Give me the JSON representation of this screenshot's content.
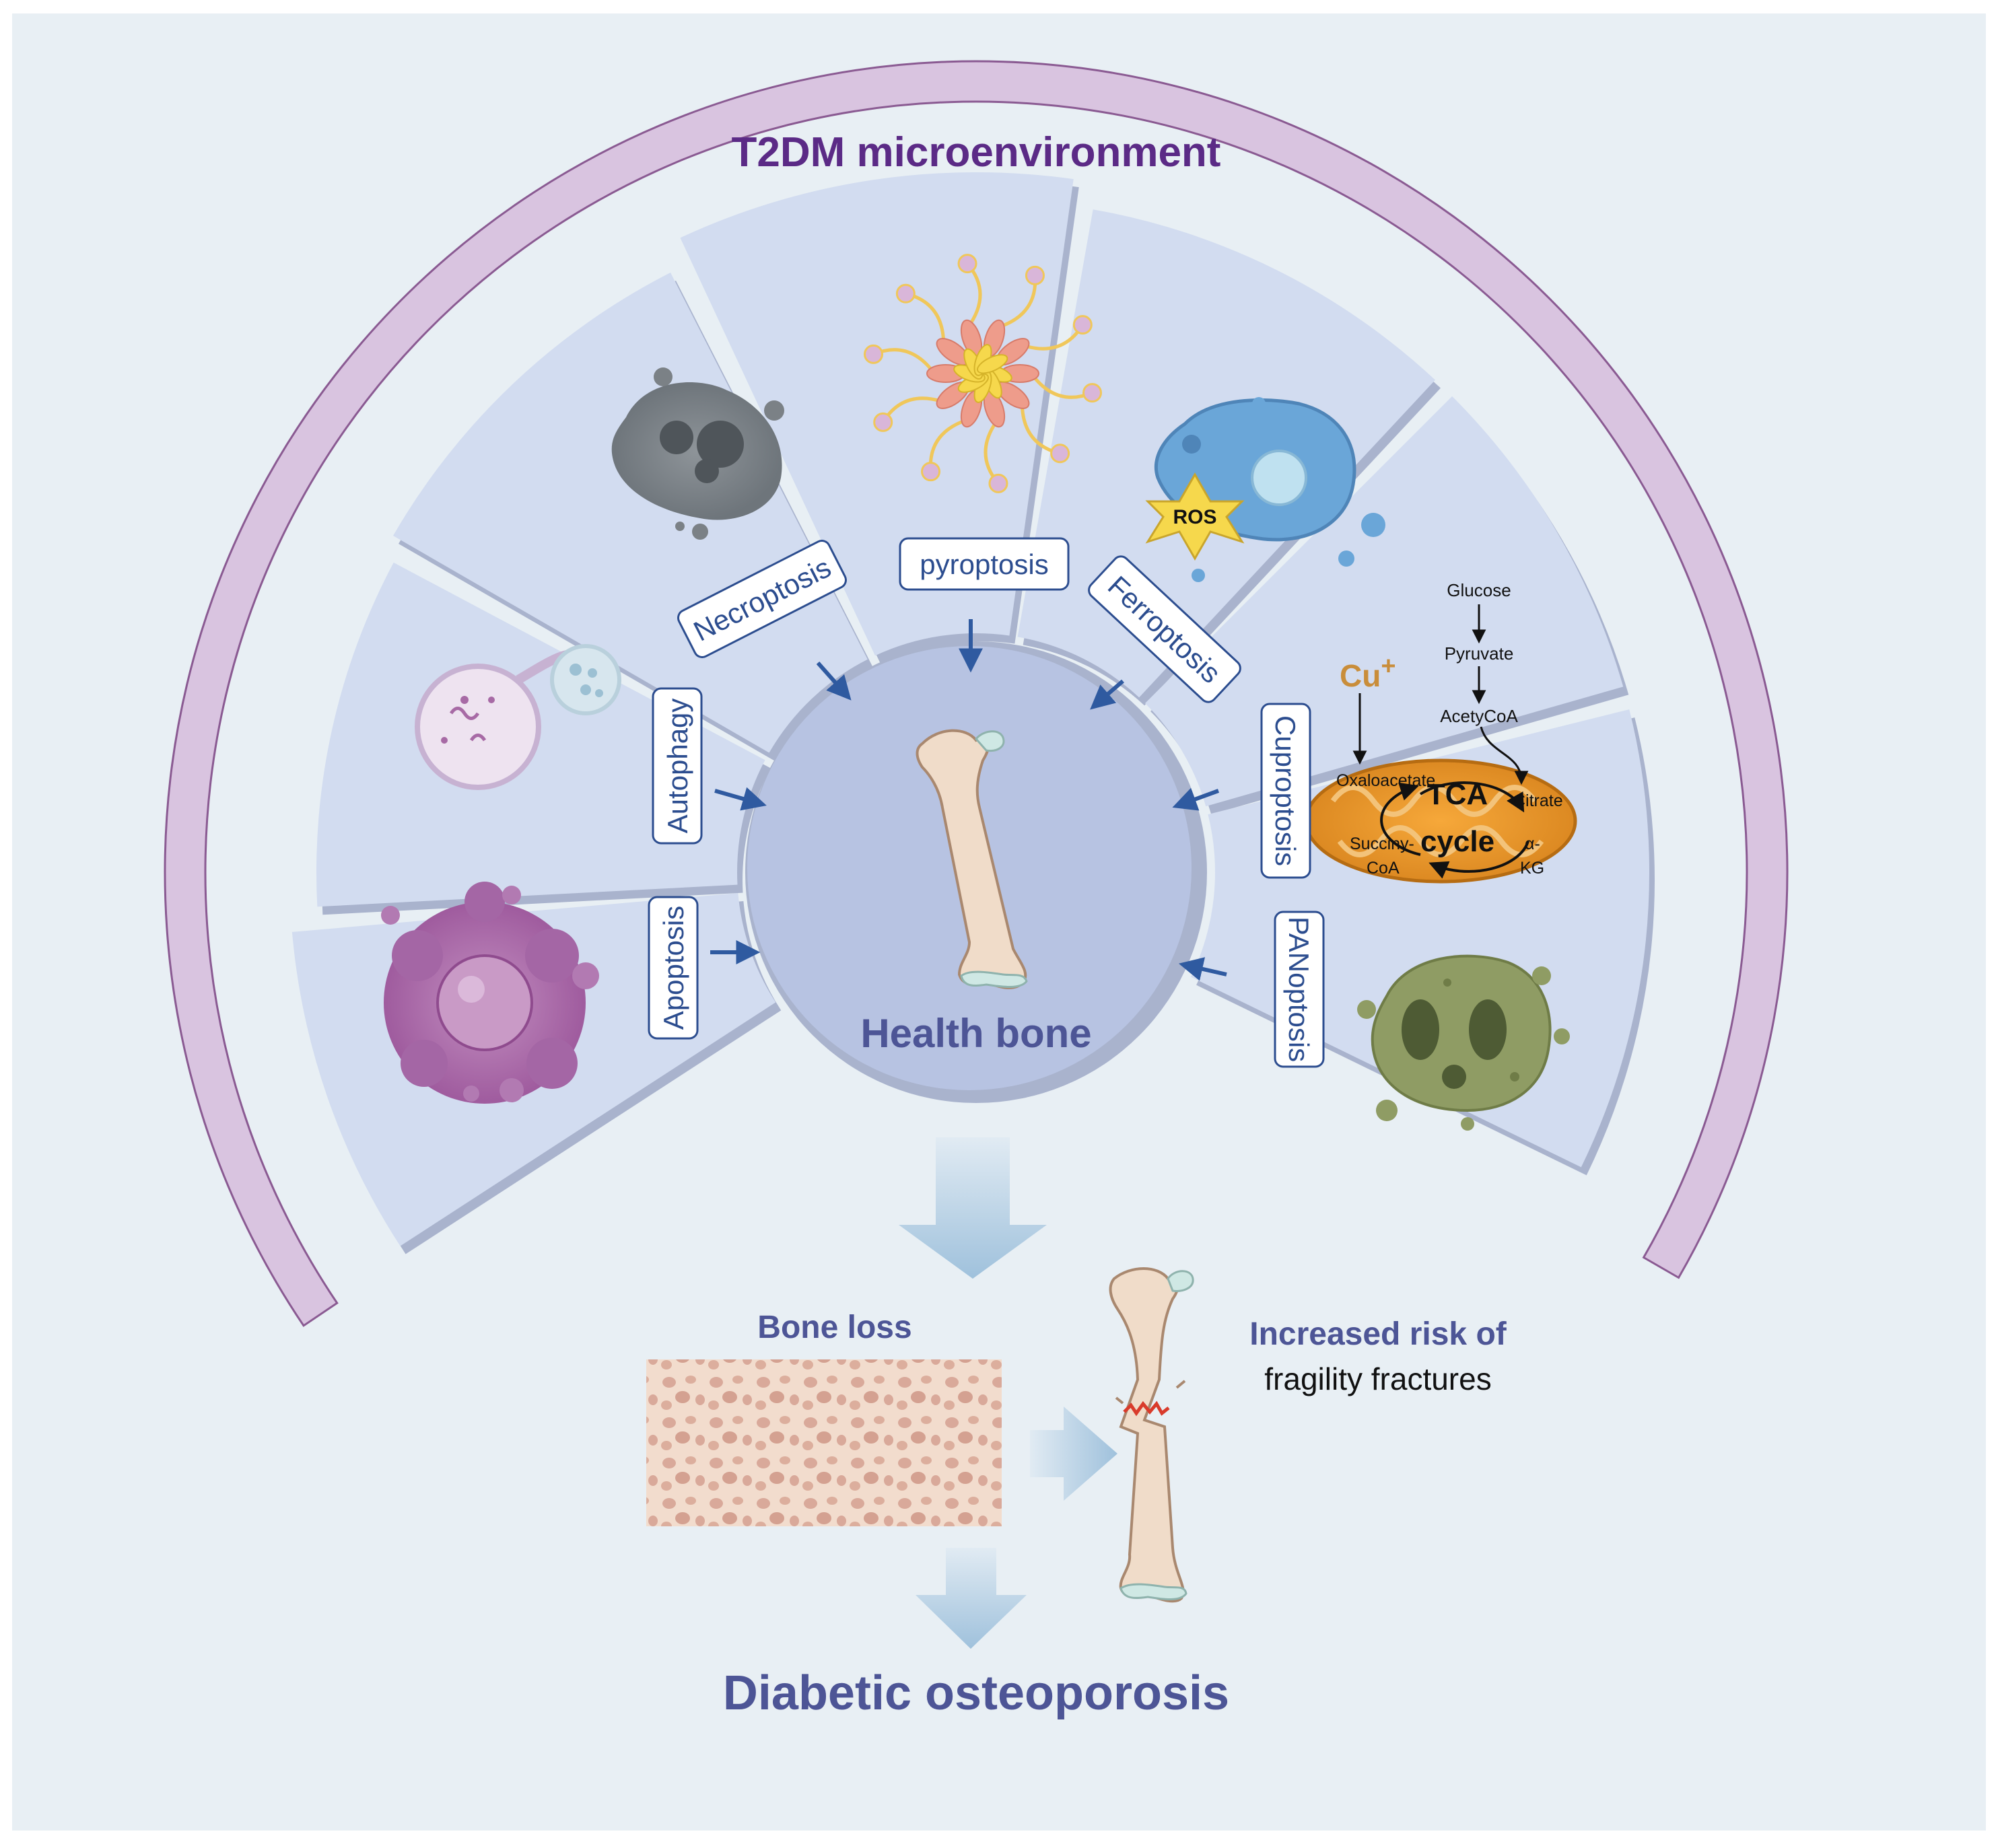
{
  "title": "T2DM microenvironment",
  "center_label": "Health bone",
  "sectors": [
    {
      "id": "apoptosis",
      "label": "Apoptosis"
    },
    {
      "id": "autophagy",
      "label": "Autophagy"
    },
    {
      "id": "necroptosis",
      "label": "Necroptosis"
    },
    {
      "id": "pyroptosis",
      "label": "pyroptosis"
    },
    {
      "id": "ferroptosis",
      "label": "Ferroptosis"
    },
    {
      "id": "cuproptosis",
      "label": "Cuproptosis"
    },
    {
      "id": "panoptosis",
      "label": "PANoptosis"
    }
  ],
  "ferroptosis_marker": "ROS",
  "cuproptosis_detail": {
    "ion": "Cu",
    "ion_charge": "+",
    "pathway": [
      "Glucose",
      "Pyruvate",
      "AcetyCoA"
    ],
    "cycle_title_line1": "TCA",
    "cycle_title_line2": "cycle",
    "oxaloacetate": "Oxaloacetate",
    "citrate": "Citrate",
    "succinyl_line1": "Succiny-",
    "succinyl_line2": "CoA",
    "akg_line1": "α-",
    "akg_line2": "KG"
  },
  "bone_loss_label": "Bone loss",
  "risk_label_line1": "Increased risk of",
  "risk_label_line2": "fragility fractures",
  "outcome_label": "Diabetic osteoporosis",
  "colors": {
    "background": "#e8eff4",
    "outer_arc": "#d9c4e0",
    "outer_arc_stroke": "#8a5a92",
    "title": "#5b2a86",
    "sector_fill": "#d2dcf0",
    "sector_shadow": "#a9b3cd",
    "center_circle": "#b7c3e2",
    "label_text": "#2c4d8f",
    "accent_text": "#4d5596",
    "arrow": "#2f5aa0"
  }
}
